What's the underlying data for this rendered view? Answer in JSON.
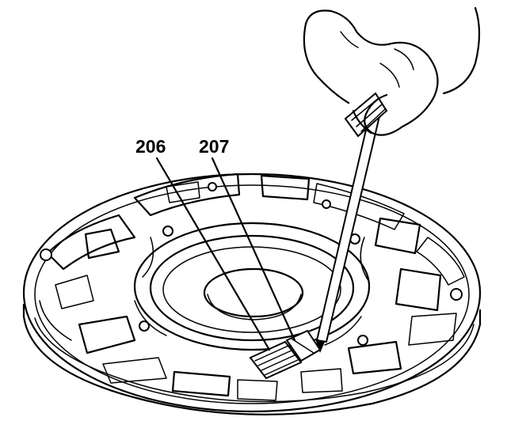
{
  "callouts": [
    {
      "id": "206",
      "text": "206"
    },
    {
      "id": "207",
      "text": "207"
    }
  ],
  "colors": {
    "ink": "#000000",
    "paper": "#ffffff"
  }
}
